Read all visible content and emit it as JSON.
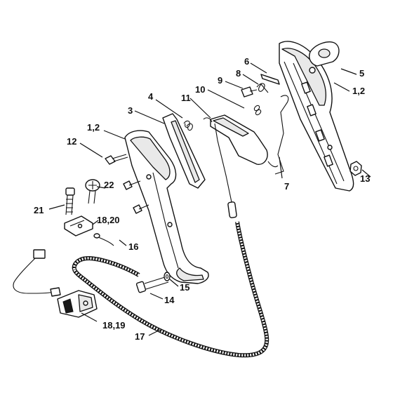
{
  "labels": {
    "p1_2_left": "1,2",
    "p1_2_right": "1,2",
    "p3": "3",
    "p4": "4",
    "p5": "5",
    "p6": "6",
    "p7": "7",
    "p8": "8",
    "p9": "9",
    "p10": "10",
    "p11": "11",
    "p12": "12",
    "p13": "13",
    "p14": "14",
    "p15": "15",
    "p16": "16",
    "p17": "17",
    "p18_19": "18,19",
    "p18_20": "18,20",
    "p21": "21",
    "p22": "22"
  }
}
